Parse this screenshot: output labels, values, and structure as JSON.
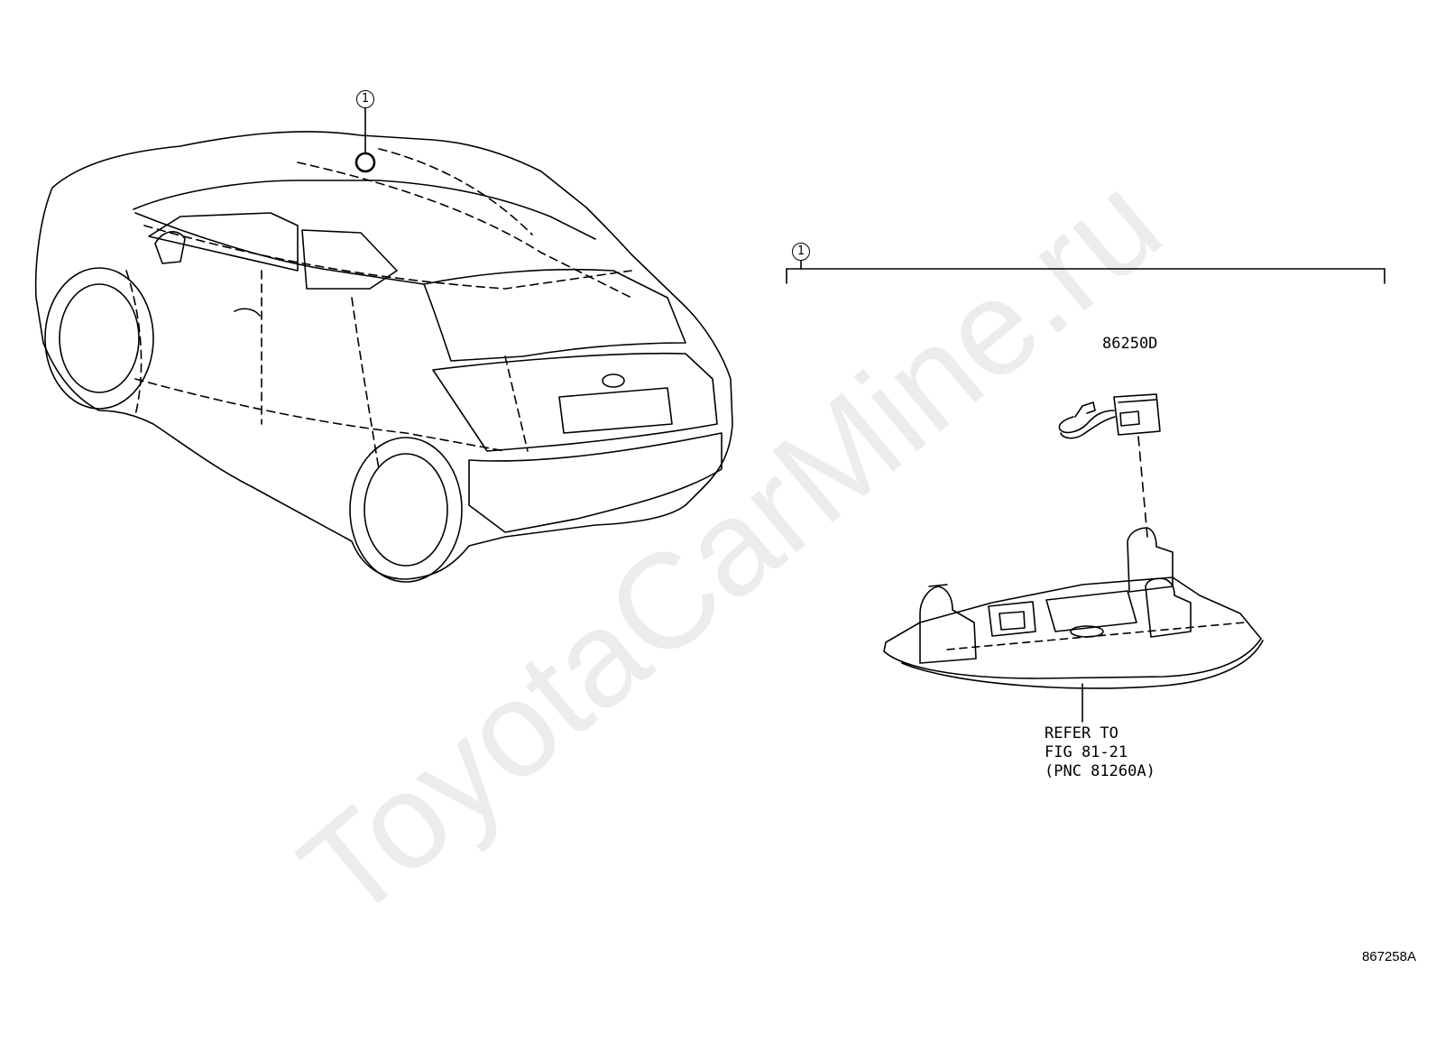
{
  "callouts": {
    "car_ref": "1",
    "assembly_ref": "1"
  },
  "parts": {
    "connector_part_no": "86250D",
    "refer_note_line1": "REFER TO",
    "refer_note_line2": "FIG 81-21",
    "refer_note_line3": "(PNC 81260A)"
  },
  "figure_id": "867258A",
  "watermark": "ToyotaCarMine.ru"
}
